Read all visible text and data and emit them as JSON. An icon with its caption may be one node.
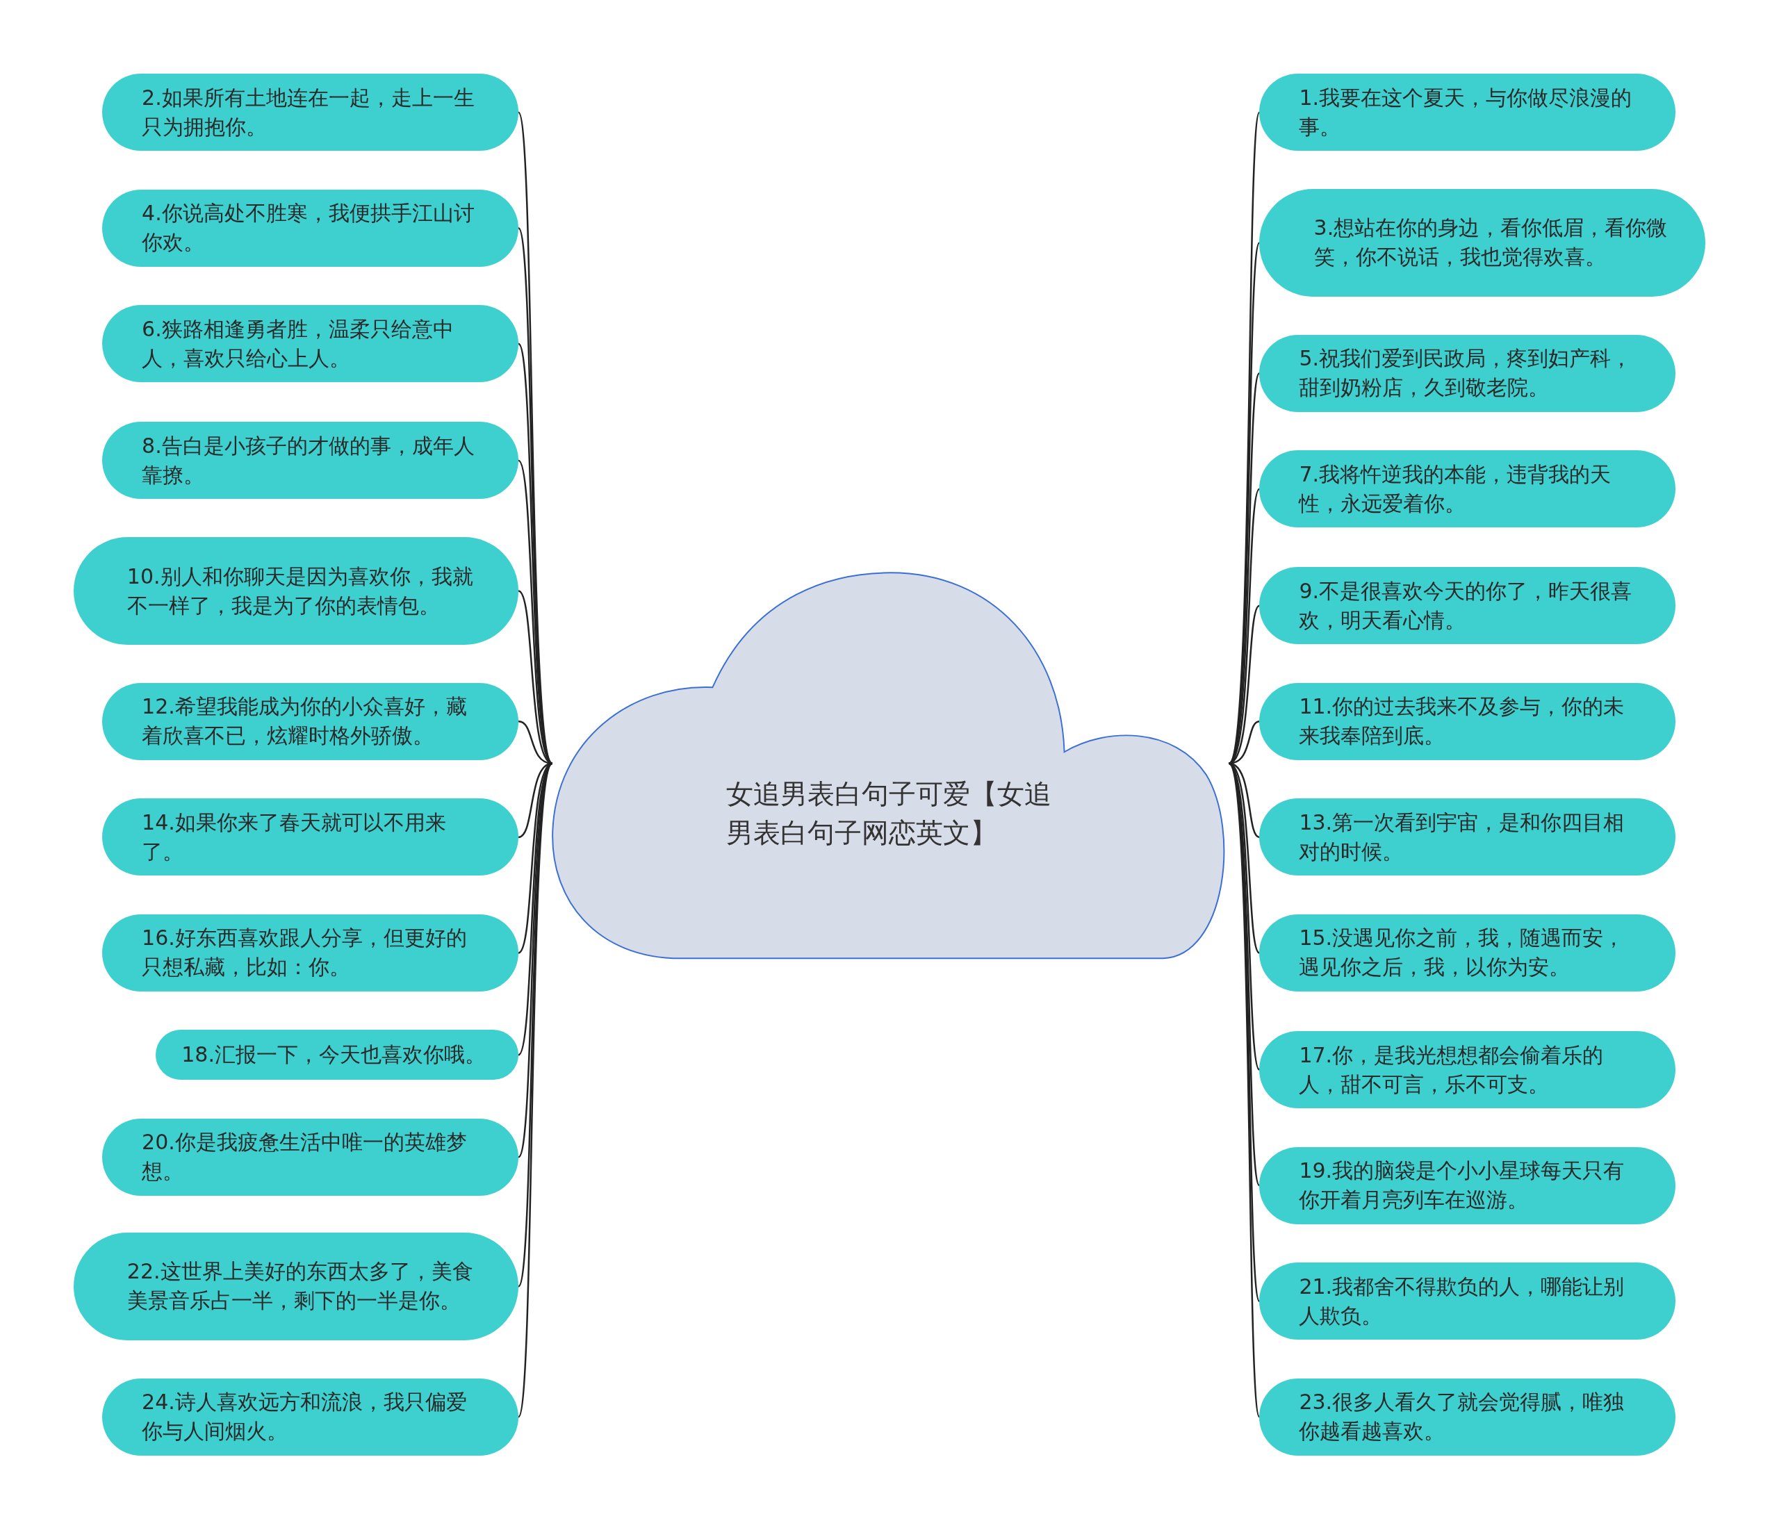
{
  "diagram": {
    "nodes": [
      {
        "text": [
          "女追男表白句子可爱【女追男表白句子网恋英文】"
        ]
      },
      {
        "text": [
          "1.我要在这个夏天，与你做尽浪漫的事。"
        ]
      },
      {
        "text": [
          "2.如果所有土地连在一起，走上一生只为拥抱你。"
        ]
      },
      {
        "text": [
          "3.想站在你的身边，看你低眉，看你微笑，你不说话，我也觉得欢喜。"
        ]
      },
      {
        "text": [
          "4.你说高处不胜寒，我便拱手江山讨你欢。"
        ]
      },
      {
        "text": [
          "5.祝我们爱到民政局，疼到妇产科，甜到奶粉店，久到敬老院。"
        ]
      },
      {
        "text": [
          "6.狭路相逢勇者胜，温柔只给意中人，喜欢只给心上人。"
        ]
      },
      {
        "text": [
          "7.我将忤逆我的本能，违背我的天性，永远爱着你。"
        ]
      },
      {
        "text": [
          "8.告白是小孩子的才做的事，成年人靠撩。"
        ]
      },
      {
        "text": [
          "9.不是很喜欢今天的你了，昨天很喜欢，明天看心情。"
        ]
      },
      {
        "text": [
          "10.别人和你聊天是因为喜欢你，我就不一样了，我是为了你的表情包。"
        ]
      },
      {
        "text": [
          "11.你的过去我来不及参与，你的未来我奉陪到底。"
        ]
      },
      {
        "text": [
          "12.希望我能成为你的小众喜好，藏着欣喜不已，炫耀时格外骄傲。"
        ]
      },
      {
        "text": [
          "13.第一次看到宇宙，是和你四目相对的时候。"
        ]
      },
      {
        "text": [
          "14.如果你来了春天就可以不用来了。"
        ]
      },
      {
        "text": [
          "15.没遇见你之前，我，随遇而安，遇见你之后，我，以你为安。"
        ]
      },
      {
        "text": [
          "16.好东西喜欢跟人分享，但更好的只想私藏，比如：你。"
        ]
      },
      {
        "text": [
          "17.你，是我光想想都会偷着乐的人，甜不可言，乐不可支。"
        ]
      },
      {
        "text": [
          "18.汇报一下，今天也喜欢你哦。"
        ]
      },
      {
        "text": [
          "19.我的脑袋是个小小星球每天只有你开着月亮列车在巡游。"
        ]
      },
      {
        "text": [
          "20.你是我疲惫生活中唯一的英雄梦想。"
        ]
      },
      {
        "text": [
          "21.我都舍不得欺负的人，哪能让别人欺负。"
        ]
      },
      {
        "text": [
          "22.这世界上美好的东西太多了，美食美景音乐占一半，剩下的一半是你。"
        ]
      },
      {
        "text": [
          "23.很多人看久了就会觉得腻，唯独你越看越喜欢。"
        ]
      },
      {
        "text": [
          "24.诗人喜欢远方和流浪，我只偏爱你与人间烟火。"
        ]
      }
    ],
    "edges": [
      {
        "from": 0,
        "to": 1,
        "arrow": "none"
      },
      {
        "from": 0,
        "to": 2,
        "arrow": "none"
      },
      {
        "from": 0,
        "to": 3,
        "arrow": "none"
      },
      {
        "from": 0,
        "to": 4,
        "arrow": "none"
      },
      {
        "from": 0,
        "to": 5,
        "arrow": "none"
      },
      {
        "from": 0,
        "to": 6,
        "arrow": "none"
      },
      {
        "from": 0,
        "to": 7,
        "arrow": "none"
      },
      {
        "from": 0,
        "to": 8,
        "arrow": "none"
      },
      {
        "from": 0,
        "to": 9,
        "arrow": "none"
      },
      {
        "from": 0,
        "to": 10,
        "arrow": "none"
      },
      {
        "from": 0,
        "to": 11,
        "arrow": "none"
      },
      {
        "from": 0,
        "to": 12,
        "arrow": "none"
      },
      {
        "from": 0,
        "to": 13,
        "arrow": "none"
      },
      {
        "from": 0,
        "to": 14,
        "arrow": "none"
      },
      {
        "from": 0,
        "to": 15,
        "arrow": "none"
      },
      {
        "from": 0,
        "to": 16,
        "arrow": "none"
      },
      {
        "from": 0,
        "to": 17,
        "arrow": "none"
      },
      {
        "from": 0,
        "to": 18,
        "arrow": "none"
      },
      {
        "from": 0,
        "to": 19,
        "arrow": "none"
      },
      {
        "from": 0,
        "to": 20,
        "arrow": "none"
      },
      {
        "from": 0,
        "to": 21,
        "arrow": "none"
      },
      {
        "from": 0,
        "to": 22,
        "arrow": "none"
      },
      {
        "from": 0,
        "to": 23,
        "arrow": "none"
      },
      {
        "from": 0,
        "to": 24,
        "arrow": "none"
      }
    ]
  }
}
